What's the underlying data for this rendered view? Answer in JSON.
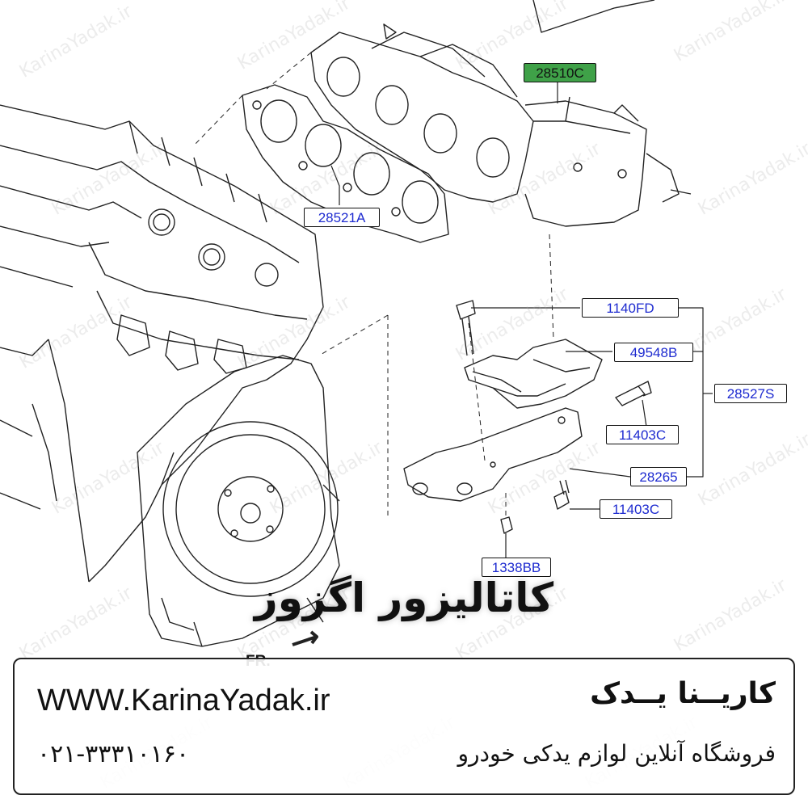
{
  "title": "کاتالیزور اگزوز",
  "direction_label": "FR.",
  "part_labels": {
    "p28510C": "28510C",
    "p28521A": "28521A",
    "p1140FD": "1140FD",
    "p49548B": "49548B",
    "p28527S": "28527S",
    "p11403C_a": "11403C",
    "p28265": "28265",
    "p11403C_b": "11403C",
    "p1338BB": "1338BB"
  },
  "watermark_text": "KarinaYadak.ir",
  "footer": {
    "website": "WWW.KarinaYadak.ir",
    "phone": "۰۲۱-۳۳۳۱۰۱۶۰",
    "shop_name": "کاریــنا یــدک",
    "shop_description": "فروشگاه آنلاین لوازم یدکی خودرو"
  },
  "colors": {
    "label_text": "#1e2bd0",
    "highlight_label_bg": "#3fa148",
    "line": "#222222"
  }
}
